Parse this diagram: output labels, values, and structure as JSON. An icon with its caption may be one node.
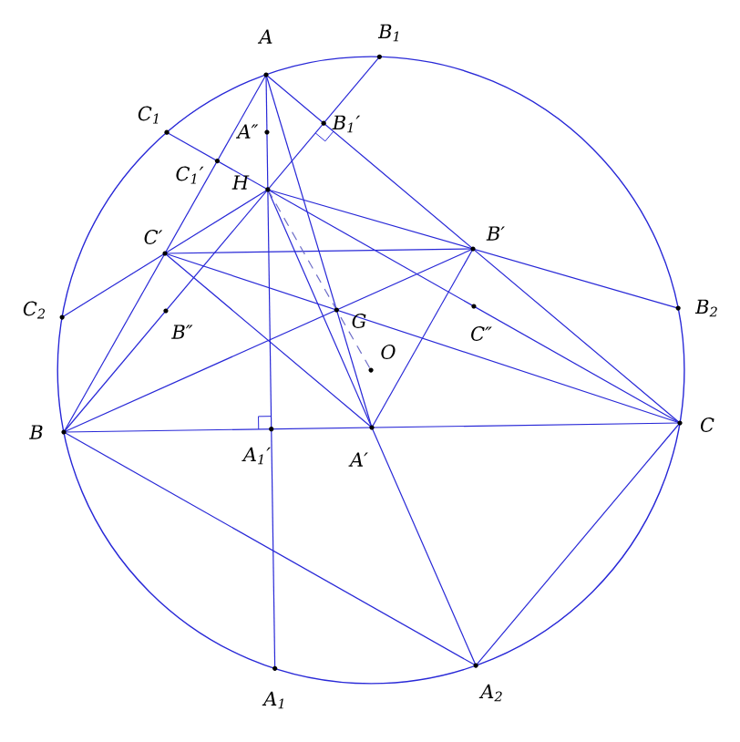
{
  "diagram": {
    "labels": [
      "A",
      "B$_{1}$",
      "C$_{1}$",
      "A″",
      "B$_{1}$′",
      "C$_{1}$′",
      "H",
      "C′",
      "B′",
      "C$_{2}$",
      "B″",
      "G",
      "C″",
      "B$_{2}$",
      "O",
      "B",
      "C",
      "A$_{1}$′",
      "A′",
      "A$_{1}$",
      "A$_{2}$"
    ]
  }
}
